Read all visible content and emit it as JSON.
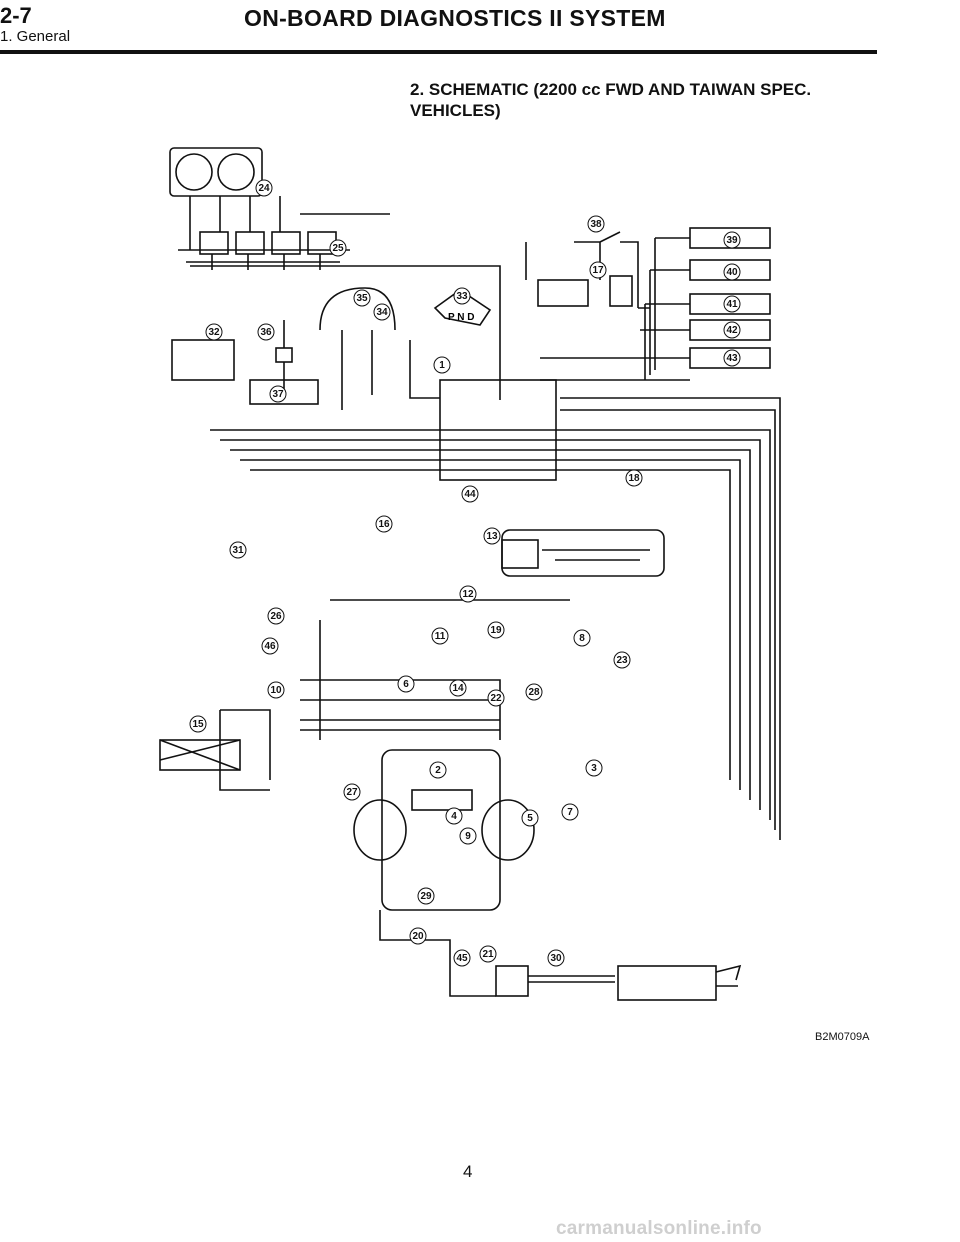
{
  "header": {
    "section_number": "2-7",
    "section_title": "ON-BOARD DIAGNOSTICS II SYSTEM",
    "subsection": "1. General"
  },
  "schematic": {
    "title_line1": "2.  SCHEMATIC (2200 cc FWD AND TAIWAN SPEC.",
    "title_line2": "VEHICLES)",
    "figure_code": "B2M0709A",
    "callouts": [
      "1",
      "2",
      "3",
      "4",
      "5",
      "6",
      "7",
      "8",
      "9",
      "10",
      "11",
      "12",
      "13",
      "14",
      "15",
      "16",
      "17",
      "18",
      "19",
      "20",
      "21",
      "22",
      "23",
      "24",
      "25",
      "26",
      "27",
      "28",
      "29",
      "30",
      "31",
      "32",
      "33",
      "34",
      "35",
      "36",
      "37",
      "38",
      "39",
      "40",
      "41",
      "42",
      "43",
      "44",
      "45",
      "46"
    ],
    "shifter_positions": "P N D"
  },
  "footer": {
    "page_number": "4",
    "watermark": "carmanualsonline.info"
  }
}
